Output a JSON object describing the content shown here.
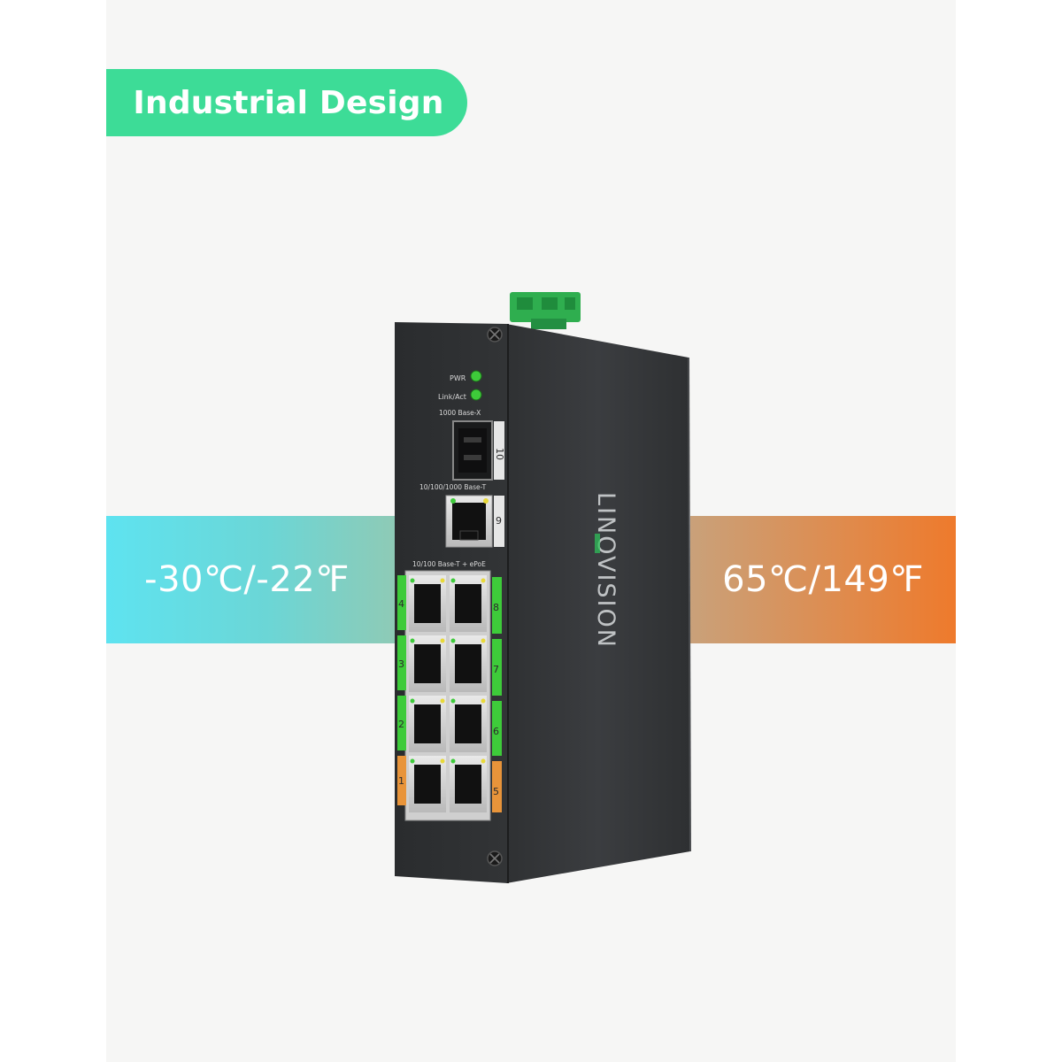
{
  "badge": {
    "label": "Industrial Design"
  },
  "temperature": {
    "low": "-30℃/-22℉",
    "high": "65℃/149℉"
  },
  "device": {
    "brand": "LINOVISION",
    "leds": [
      {
        "label": "PWR"
      },
      {
        "label": "Link/Act"
      }
    ],
    "sfp": {
      "label": "1000 Base-X",
      "port": "10"
    },
    "uplink": {
      "label": "10/100/1000 Base-T",
      "port": "9"
    },
    "poe": {
      "label": "10/100 Base-T + ePoE",
      "left_ports": [
        "4",
        "3",
        "2",
        "1"
      ],
      "right_ports": [
        "8",
        "7",
        "6",
        "5"
      ]
    }
  },
  "colors": {
    "badge": "#3ddc97",
    "cold_band": "#5ee3f0",
    "hot_band": "#ee7a2c",
    "device_body": "#3a3c3f",
    "led_green": "#3ecb3a",
    "terminal_green": "#2fae4f",
    "poe_orange": "#e8943a"
  }
}
